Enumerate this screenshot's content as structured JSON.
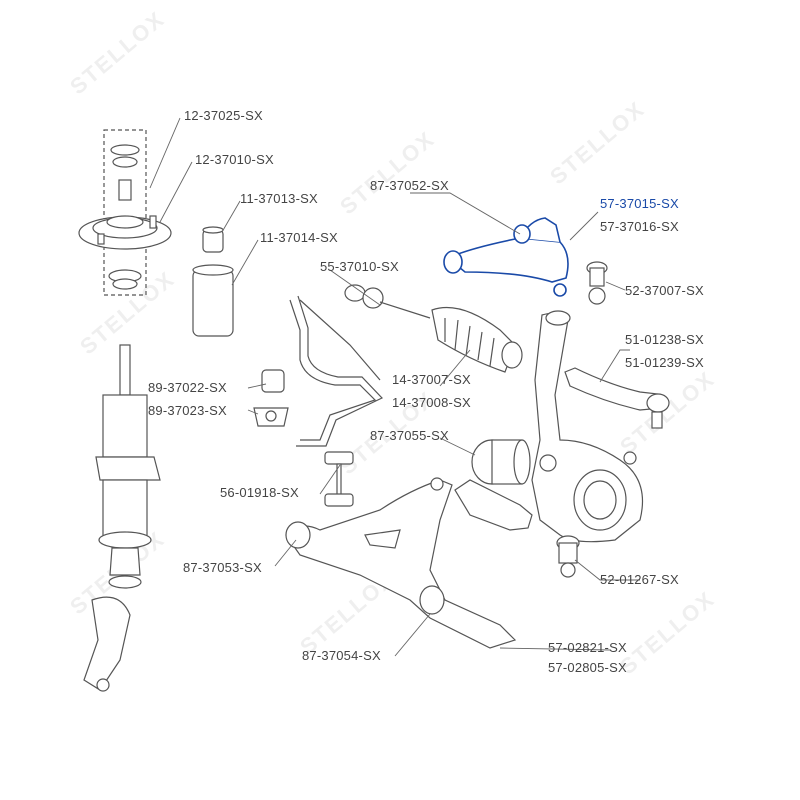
{
  "watermark_text": "STELLOX",
  "highlight_color": "#1a4aa8",
  "line_color": "#555555",
  "labels": {
    "l1": "12-37025-SX",
    "l2": "12-37010-SX",
    "l3": "11-37013-SX",
    "l4": "11-37014-SX",
    "l5": "87-37052-SX",
    "l6": "57-37015-SX",
    "l7": "57-37016-SX",
    "l8": "55-37010-SX",
    "l9": "52-37007-SX",
    "l10": "51-01238-SX",
    "l11": "51-01239-SX",
    "l12": "89-37022-SX",
    "l13": "89-37023-SX",
    "l14": "14-37007-SX",
    "l15": "14-37008-SX",
    "l16": "87-37055-SX",
    "l17": "56-01918-SX",
    "l18": "87-37053-SX",
    "l19": "52-01267-SX",
    "l20": "87-37054-SX",
    "l21": "57-02821-SX",
    "l22": "57-02805-SX"
  }
}
